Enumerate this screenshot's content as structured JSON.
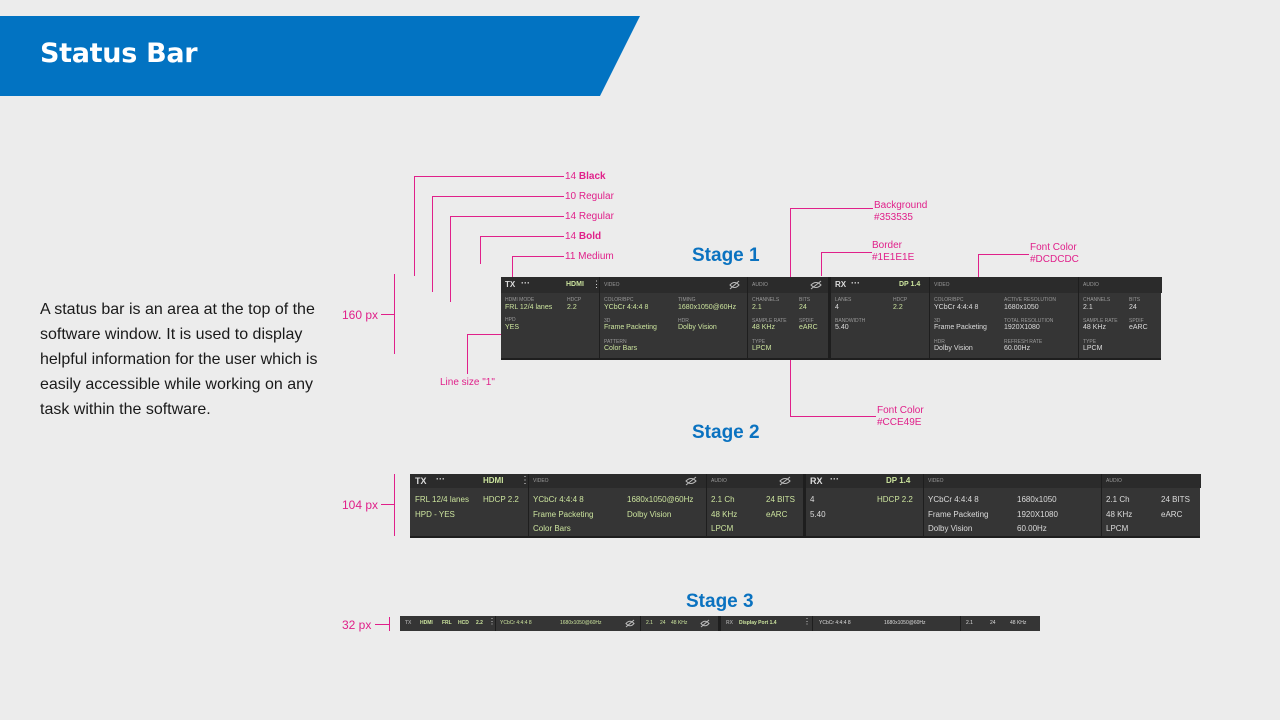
{
  "header": {
    "title": "Status Bar"
  },
  "description": "A status bar is an area at the top of the software window. It is used to display helpful information for the user which is easily accessible while working on any task within the software.",
  "annotations": {
    "font_black_num": "14",
    "font_black_word": "Black",
    "font10": "10 Regular",
    "font14r": "14 Regular",
    "font_bold_num": "14",
    "font_bold_word": "Bold",
    "font11": "11 Medium",
    "line_size": "Line size \"1\"",
    "bg_label": "Background",
    "bg_value": "#353535",
    "border_label": "Border",
    "border_value": "#1E1E1E",
    "fc1_label": "Font Color",
    "fc1_value": "#DCDCDC",
    "fc2_label": "Font Color",
    "fc2_value": "#CCE49E"
  },
  "stages": {
    "s1": "Stage 1",
    "s2": "Stage 2",
    "s3": "Stage 3"
  },
  "heights": {
    "s1": "160 px",
    "s2": "104 px",
    "s3": "32 px"
  },
  "colors": {
    "accent": "#0273c2",
    "annotation": "#e0208a",
    "background": "#353535",
    "border": "#1E1E1E",
    "font": "#DCDCDC",
    "value_font": "#CCE49E"
  },
  "icons": [
    "more-icon",
    "kebab-menu-icon",
    "eye-slash-icon"
  ],
  "s1": {
    "tx": {
      "title": "TX",
      "more": "···",
      "port": "HDMI",
      "hdmi_mode_l": "HDMI MODE",
      "hdmi_mode_v": "FRL 12/4 lanes",
      "hdcp_l": "HDCP",
      "hdcp_v": "2.2",
      "hpd_l": "HPD",
      "hpd_v": "YES"
    },
    "video": {
      "title": "VIDEO",
      "color_l": "COLOR/BPC",
      "color_v": "YCbCr  4:4:4  8",
      "timing_l": "TIMING",
      "timing_v": "1680x1050@60Hz",
      "3d_l": "3D",
      "3d_v": "Frame Packeting",
      "hdr_l": "HDR",
      "hdr_v": "Dolby Vision",
      "pattern_l": "PATTERN",
      "pattern_v": "Color Bars"
    },
    "audio": {
      "title": "AUDIO",
      "ch_l": "CHANNELS",
      "ch_v": "2.1",
      "bits_l": "BITS",
      "bits_v": "24",
      "sr_l": "SAMPLE RATE",
      "sr_v": "48 KHz",
      "spdif_l": "SPDIF",
      "spdif_v": "eARC",
      "type_l": "TYPE",
      "type_v": "LPCM"
    },
    "rx": {
      "title": "RX",
      "more": "···",
      "port": "DP 1.4",
      "lanes_l": "LANES",
      "lanes_v": "4",
      "hdcp_l": "HDCP",
      "hdcp_v": "2.2",
      "bw_l": "BANDWIDTH",
      "bw_v": "5.40"
    },
    "rvideo": {
      "title": "VIDEO",
      "color_l": "COLOR/BPC",
      "color_v": "YCbCr  4:4:4  8",
      "ar_l": "ACTIVE RESOLUTION",
      "ar_v": "1680x1050",
      "3d_l": "3D",
      "3d_v": "Frame Packeting",
      "tr_l": "TOTAL RESOLUTION",
      "tr_v": "1920X1080",
      "hdr_l": "HDR",
      "hdr_v": "Dolby Vision",
      "rr_l": "REFRESH RATE",
      "rr_v": "60.00Hz"
    },
    "raudio": {
      "title": "AUDIO",
      "ch_l": "CHANNELS",
      "ch_v": "2.1",
      "bits_l": "BITS",
      "bits_v": "24",
      "sr_l": "SAMPLE RATE",
      "sr_v": "48 KHz",
      "spdif_l": "SPDIF",
      "spdif_v": "eARC",
      "type_l": "TYPE",
      "type_v": "LPCM"
    }
  },
  "s2": {
    "tx": {
      "title": "TX",
      "more": "···",
      "port": "HDMI",
      "lanes": "FRL 12/4 lanes",
      "hdcp": "HDCP 2.2",
      "hpd": "HPD - YES"
    },
    "video": {
      "title": "VIDEO",
      "color": "YCbCr  4:4:4  8",
      "timing": "1680x1050@60Hz",
      "3d": "Frame Packeting",
      "hdr": "Dolby Vision",
      "pattern": "Color Bars"
    },
    "audio": {
      "title": "AUDIO",
      "ch": "2.1 Ch",
      "bits": "24 BITS",
      "sr": "48 KHz",
      "spdif": "eARC",
      "type": "LPCM"
    },
    "rx": {
      "title": "RX",
      "more": "···",
      "port": "DP 1.4",
      "lanes": "4",
      "hdcp": "HDCP 2.2",
      "bw": "5.40"
    },
    "rvideo": {
      "title": "VIDEO",
      "color": "YCbCr  4:4:4  8",
      "ar": "1680x1050",
      "3d": "Frame Packeting",
      "tr": "1920X1080",
      "hdr": "Dolby Vision",
      "rr": "60.00Hz"
    },
    "raudio": {
      "title": "AUDIO",
      "ch": "2.1 Ch",
      "bits": "24 BITS",
      "sr": "48 KHz",
      "spdif": "eARC",
      "type": "LPCM"
    }
  },
  "s3": {
    "tx": "TX",
    "port": "HDMI",
    "frl": "FRL",
    "hdcp": "HCD",
    "hdcp_v": "2.2",
    "color": "YCbCr  4:4:4  8",
    "timing": "1680x1050@60Hz",
    "ch": "2.1",
    "bits": "24",
    "sr": "48 KHz",
    "rx": "RX",
    "rport": "Display Port 1.4",
    "rcolor": "YCbCr  4:4:4  8",
    "rtiming": "1680x1050@60Hz",
    "rch": "2.1",
    "rbits": "24",
    "rsr": "48 KHz"
  }
}
